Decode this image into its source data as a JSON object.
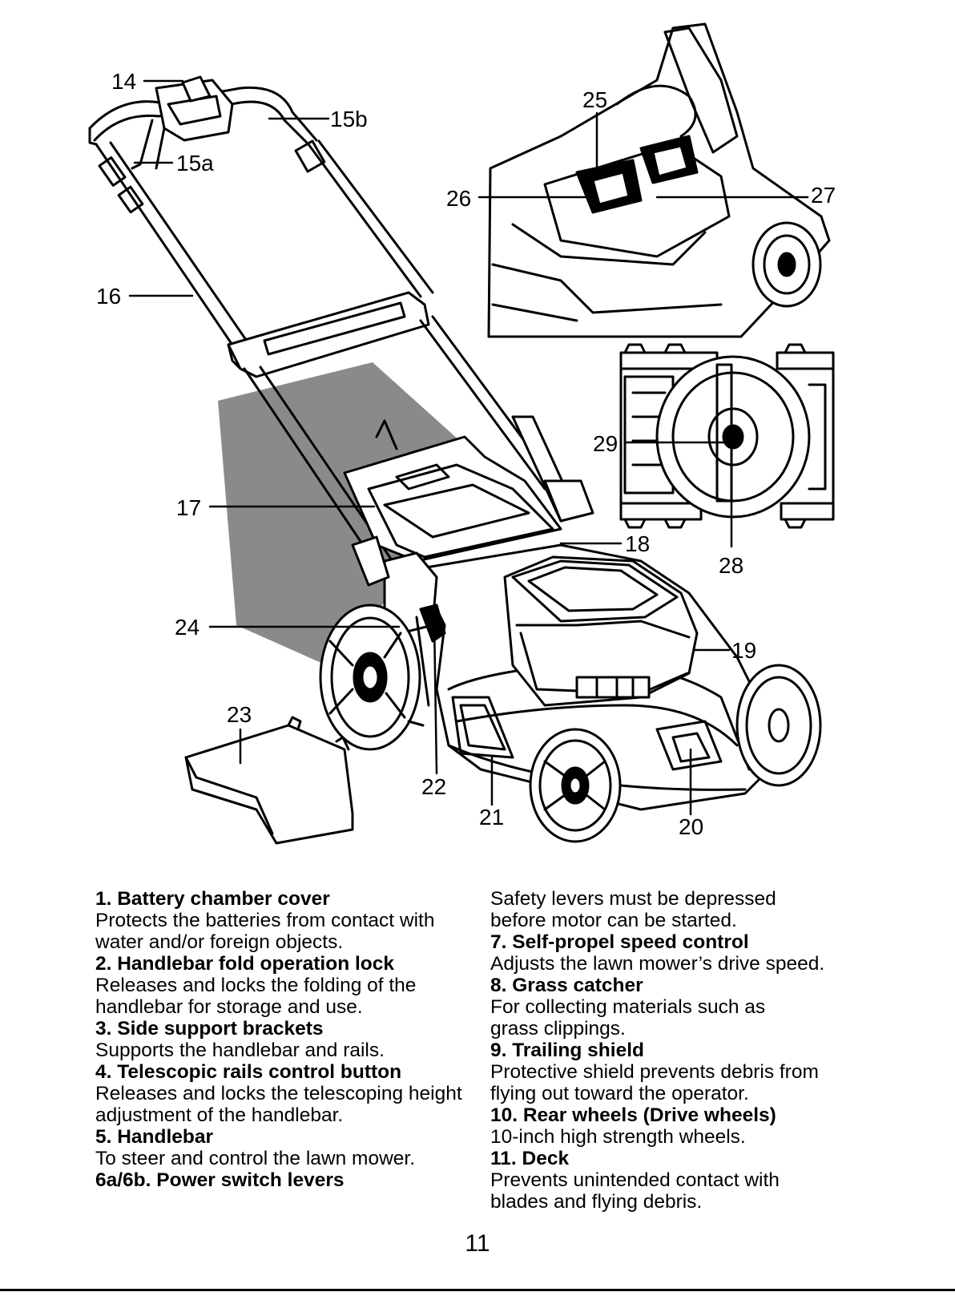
{
  "callouts": {
    "c14": "14",
    "c15a": "15a",
    "c15b": "15b",
    "c16": "16",
    "c17": "17",
    "c18": "18",
    "c19": "19",
    "c20": "20",
    "c21": "21",
    "c22": "22",
    "c23": "23",
    "c24": "24",
    "c25": "25",
    "c26": "26",
    "c27": "27",
    "c28": "28",
    "c29": "29"
  },
  "descriptions": {
    "left": [
      {
        "title": "1. Battery chamber cover",
        "body": "Protects the batteries from contact with water and/or foreign objects."
      },
      {
        "title": "2. Handlebar fold operation lock",
        "body": "Releases and locks the folding of the handlebar for storage and use."
      },
      {
        "title": "3. Side support brackets",
        "body": "Supports the handlebar and rails."
      },
      {
        "title": "4. Telescopic rails control button",
        "body": "Releases and locks the telescoping height adjustment of the handlebar."
      },
      {
        "title": "5. Handlebar",
        "body": "To steer and control the lawn mower."
      },
      {
        "title": "6a/6b. Power switch levers",
        "body": ""
      }
    ],
    "right": [
      {
        "title": "",
        "body": "Safety levers must be depressed before motor can be started."
      },
      {
        "title": "7. Self-propel speed control",
        "body": "Adjusts the lawn mower’s drive speed."
      },
      {
        "title": "8. Grass catcher",
        "body": "For collecting materials such as grass clippings."
      },
      {
        "title": "9. Trailing shield",
        "body": "Protective shield prevents debris from flying out toward the operator."
      },
      {
        "title": "10. Rear wheels (Drive wheels)",
        "body": "10-inch high strength wheels."
      },
      {
        "title": "11. Deck",
        "body": "Prevents unintended contact with blades and flying debris."
      }
    ]
  },
  "page_number": "11"
}
